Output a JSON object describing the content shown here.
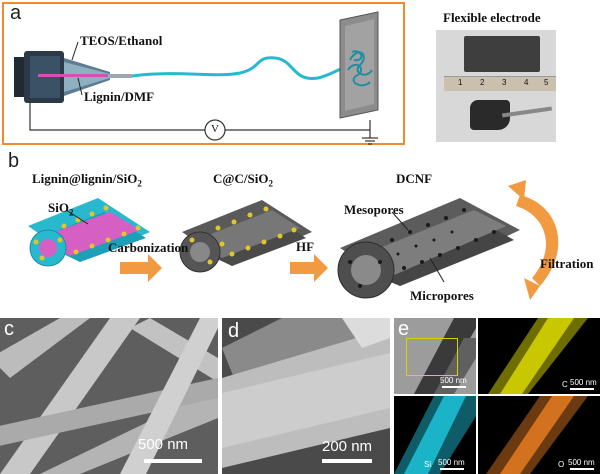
{
  "panel_a": {
    "letter": "a",
    "label_teos": "TEOS/Ethanol",
    "label_lignin": "Lignin/DMF",
    "voltmeter": "V",
    "photo_title": "Flexible electrode",
    "ruler_numbers": [
      "1",
      "2",
      "3",
      "4",
      "5"
    ]
  },
  "panel_b": {
    "letter": "b",
    "stage1_title": "Lignin@lignin/SiO",
    "stage1_sub": "2",
    "sio2_label": "SiO",
    "sio2_sub": "2",
    "stage2_title": "C@C/SiO",
    "stage2_sub": "2",
    "stage3_title": "DCNF",
    "step1": "Carbonization",
    "step2": "HF",
    "mesopores": "Mesopores",
    "micropores": "Micropores",
    "filtration": "Filtration"
  },
  "panel_c": {
    "letter": "c",
    "scale": "500 nm"
  },
  "panel_d": {
    "letter": "d",
    "scale": "200 nm"
  },
  "panel_e": {
    "letter": "e",
    "scale_tl": "500 nm",
    "scale_tr": "500 nm",
    "scale_bl": "500 nm",
    "scale_br": "500 nm",
    "el_c": "C",
    "el_si": "Si",
    "el_o": "O"
  },
  "colors": {
    "frame_orange": "#f08a2c",
    "fiber_cyan": "#29b9cf",
    "core_pink": "#d65fc4",
    "dots_yellow": "#e3c52a",
    "arrow_orange": "#f29a42",
    "map_yellow": "#c9c800",
    "map_cyan": "#1ab3c8",
    "map_orange": "#d2711e"
  }
}
